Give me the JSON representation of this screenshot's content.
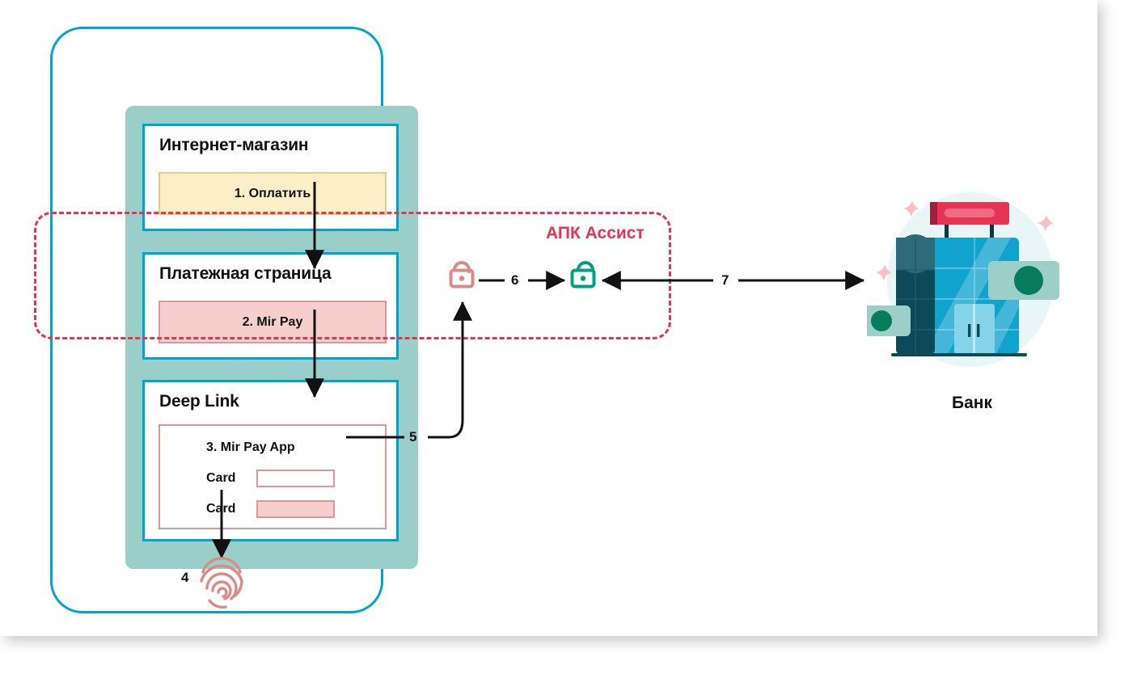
{
  "diagram": {
    "title": "Mir Pay payment flow via APK Assist",
    "colors": {
      "phone_border": "#00A5CF",
      "screen_bg": "#9ACFC9",
      "accent_pink": "#E63457",
      "pay_box": "#F6CFCD",
      "pay_box_border": "#D89A96",
      "oplatit_box": "#FBEFC8",
      "oplatit_box_border": "#E0CC8E",
      "lock_closed": "#D98C86",
      "lock_open": "#00A083",
      "fingerprint": "#D98C86",
      "bank_blue": "#0FA3CE",
      "bank_dark": "#0B4A59",
      "bank_red": "#E63457"
    }
  },
  "phone": {
    "panels": {
      "shop": {
        "title": "Интернет-магазин",
        "button_label": "1. Оплатить"
      },
      "payment_page": {
        "title": "Платежная страница",
        "button_label": "2.  Mir Pay"
      },
      "deep_link": {
        "title": "Deep Link",
        "app_label": "3. Mir Pay App",
        "fields": [
          {
            "label": "Card",
            "value": "",
            "state": "empty"
          },
          {
            "label": "Card",
            "value": "",
            "state": "filled"
          }
        ]
      }
    },
    "biometric": {
      "step": "4",
      "icon": "fingerprint-icon"
    }
  },
  "apk_region": {
    "label": "АПК Ассист"
  },
  "locks": {
    "closed": {
      "icon": "lock-closed-icon",
      "color": "#D98C86"
    },
    "open": {
      "icon": "lock-open-icon",
      "color": "#00A083"
    }
  },
  "steps": {
    "step5": "5",
    "step6": "6",
    "step7": "7"
  },
  "bank": {
    "label": "Банк",
    "icon": "bank-building-icon"
  }
}
